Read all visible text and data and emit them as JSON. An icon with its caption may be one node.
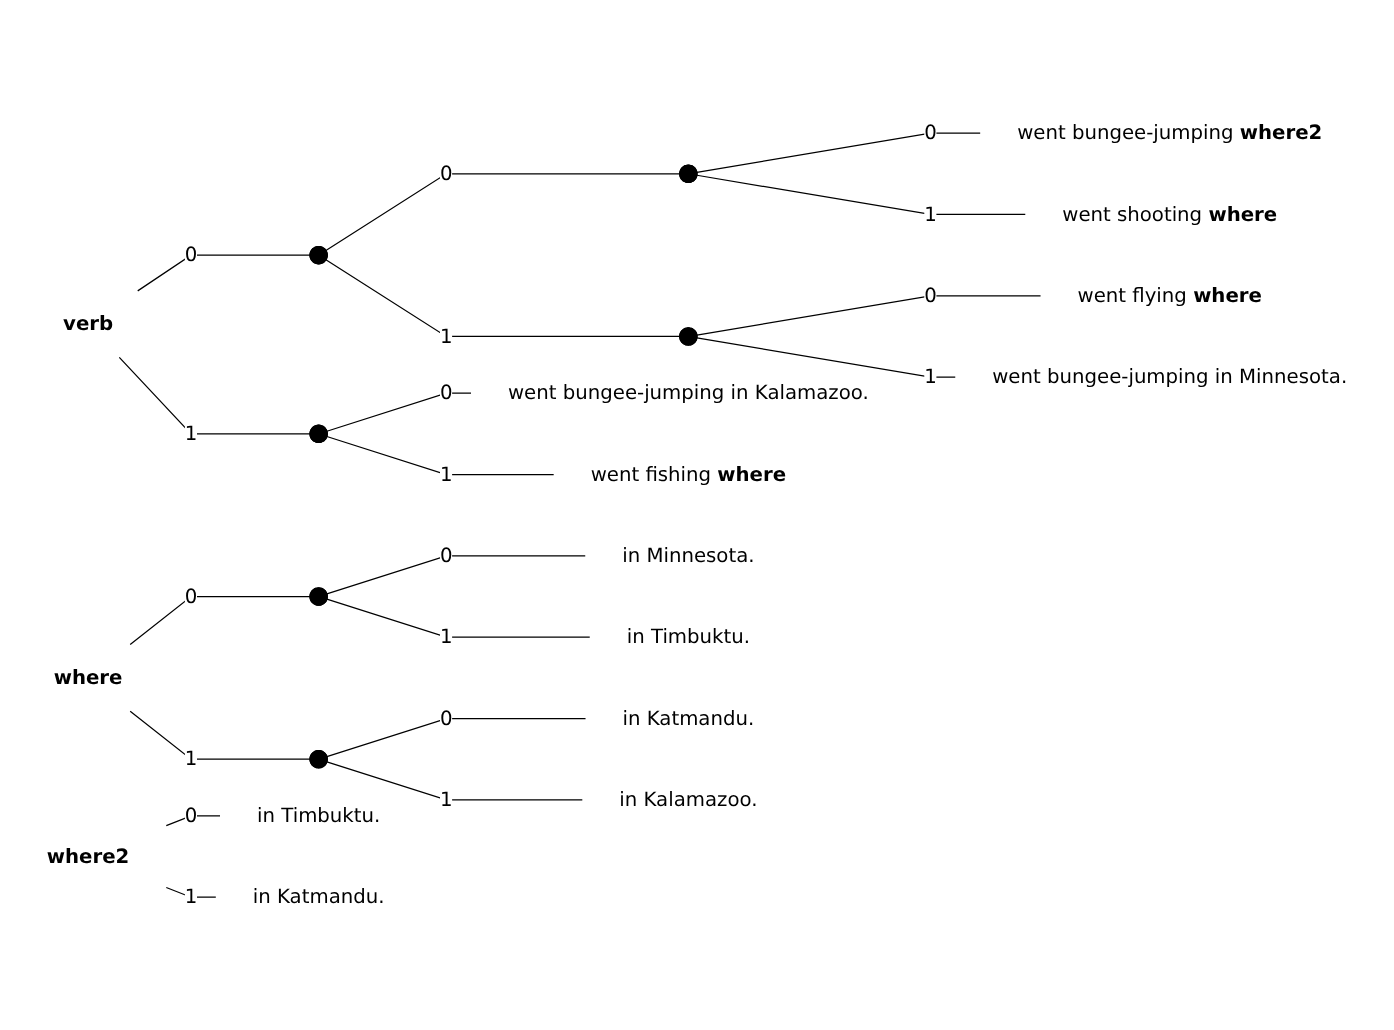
{
  "diagram": {
    "nodes": [
      {
        "text": [
          "verb"
        ]
      },
      {
        "text": [],
        "shape": "point"
      },
      {
        "text": [],
        "shape": "point"
      },
      {
        "text": [
          "went bungee-jumping **where2**"
        ]
      },
      {
        "text": [
          "went shooting **where**"
        ]
      },
      {
        "text": [],
        "shape": "point"
      },
      {
        "text": [
          "went flying **where**"
        ]
      },
      {
        "text": [
          "went bungee-jumping in Minnesota."
        ]
      },
      {
        "text": [],
        "shape": "point"
      },
      {
        "text": [
          "went bungee-jumping in Kalamazoo."
        ]
      },
      {
        "text": [
          "went fishing **where**"
        ]
      },
      {
        "text": [
          "where"
        ]
      },
      {
        "text": [],
        "shape": "point"
      },
      {
        "text": [
          "in Minnesota."
        ]
      },
      {
        "text": [
          "in Timbuktu."
        ]
      },
      {
        "text": [],
        "shape": "point"
      },
      {
        "text": [
          "in Katmandu."
        ]
      },
      {
        "text": [
          "in Kalamazoo."
        ]
      },
      {
        "text": [
          "where2"
        ]
      },
      {
        "text": [
          "in Timbuktu."
        ]
      },
      {
        "text": [
          "in Katmandu."
        ]
      }
    ],
    "edges": [
      {
        "from": 0,
        "to": 1,
        "label": "0",
        "arrow": "none"
      },
      {
        "from": 0,
        "to": 8,
        "label": "1",
        "arrow": "none"
      },
      {
        "from": 1,
        "to": 2,
        "label": "0",
        "arrow": "none"
      },
      {
        "from": 1,
        "to": 5,
        "label": "1",
        "arrow": "none"
      },
      {
        "from": 2,
        "to": 3,
        "label": "0",
        "arrow": "none"
      },
      {
        "from": 2,
        "to": 4,
        "label": "1",
        "arrow": "none"
      },
      {
        "from": 5,
        "to": 6,
        "label": "0",
        "arrow": "none"
      },
      {
        "from": 5,
        "to": 7,
        "label": "1",
        "arrow": "none"
      },
      {
        "from": 8,
        "to": 9,
        "label": "0",
        "arrow": "none"
      },
      {
        "from": 8,
        "to": 10,
        "label": "1",
        "arrow": "none"
      },
      {
        "from": 11,
        "to": 12,
        "label": "0",
        "arrow": "none"
      },
      {
        "from": 11,
        "to": 15,
        "label": "1",
        "arrow": "none"
      },
      {
        "from": 12,
        "to": 13,
        "label": "0",
        "arrow": "none"
      },
      {
        "from": 12,
        "to": 14,
        "label": "1",
        "arrow": "none"
      },
      {
        "from": 15,
        "to": 16,
        "label": "0",
        "arrow": "none"
      },
      {
        "from": 15,
        "to": 17,
        "label": "1",
        "arrow": "none"
      },
      {
        "from": 18,
        "to": 19,
        "label": "0",
        "arrow": "none"
      },
      {
        "from": 18,
        "to": 20,
        "label": "1",
        "arrow": "none"
      }
    ]
  }
}
